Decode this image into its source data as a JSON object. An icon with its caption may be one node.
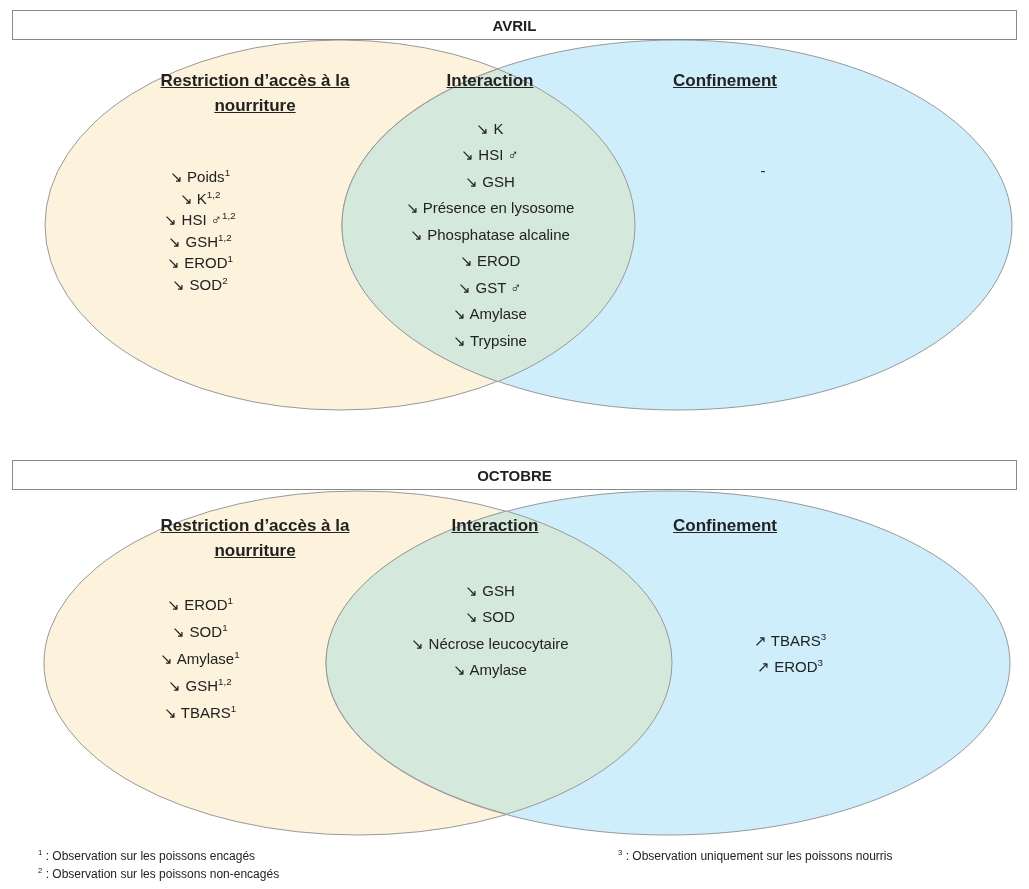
{
  "diagram": {
    "nodes": [
      {
        "text": [
          "AVRIL"
        ]
      },
      {
        "text": [
          "Restriction d’accès à la nourriture",
          "↘ Poids$^{1}$",
          "↘ K$^{1,2}$",
          "↘ HSI ♂$^{1,2}$",
          "↘ GSH$^{1,2}$",
          "↘ EROD$^{1}$",
          "↘ SOD$^{2}$"
        ]
      },
      {
        "text": [
          "Interaction",
          "↘ K",
          "↘ HSI ♂",
          "↘ GSH",
          "↘ Présence en lysosome",
          "↘ Phosphatase alcaline",
          "↘ EROD",
          "↘ GST ♂",
          "↘ Amylase",
          "↘ Trypsine"
        ]
      },
      {
        "text": [
          "Confinement",
          "-"
        ]
      },
      {
        "text": [
          "OCTOBRE"
        ]
      },
      {
        "text": [
          "Restriction d’accès à la nourriture",
          "↘ EROD$^{1}$",
          "↘ SOD$^{1}$",
          "↘ Amylase$^{1}$",
          "↘ GSH$^{1,2}$",
          "↘ TBARS$^{1}$"
        ]
      },
      {
        "text": [
          "Interaction",
          "↘ GSH",
          "↘ SOD",
          "↘ Nécrose leucocytaire",
          "↘ Amylase"
        ]
      },
      {
        "text": [
          "Confinement",
          "↗ TBARS$^{3}$",
          "↗ EROD$^{3}$"
        ]
      }
    ],
    "labels": [
      "$^{1}$ : Observation sur les poissons encagés",
      "$^{2}$ : Observation sur les poissons non-encagés",
      "$^{3}$ : Observation uniquement sur les poissons nourris"
    ]
  }
}
